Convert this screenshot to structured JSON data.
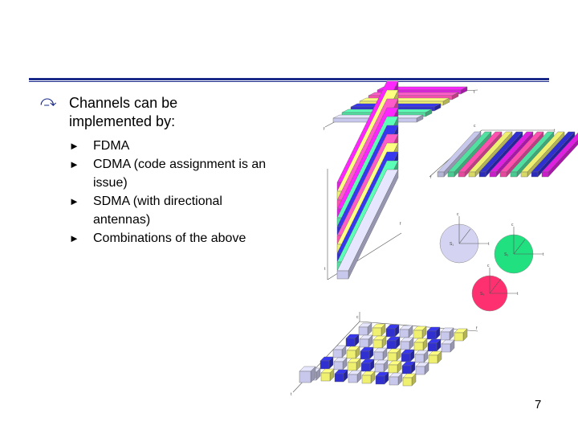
{
  "slide": {
    "heading": "Channels can be implemented by:",
    "bullet_icon": "arrow-return-icon",
    "items": [
      "FDMA",
      "CDMA (code assignment is an issue)",
      "SDMA (with directional antennas)",
      "Combinations of the above"
    ],
    "page_number": "7"
  },
  "figure": {
    "colors": [
      "#c8c8ec",
      "#50e0a0",
      "#f0f070",
      "#ff50b0",
      "#3030d0",
      "#e020e0"
    ],
    "axis_labels": {
      "t": "t",
      "f": "f",
      "c": "c",
      "s": "s"
    },
    "circles": [
      {
        "label": "S₁",
        "color": "#d4d4f2"
      },
      {
        "label": "S₂",
        "color": "#20e080"
      },
      {
        "label": "S₃",
        "color": "#ff3070"
      }
    ]
  },
  "colors": {
    "accent": "#1a2a8a"
  }
}
